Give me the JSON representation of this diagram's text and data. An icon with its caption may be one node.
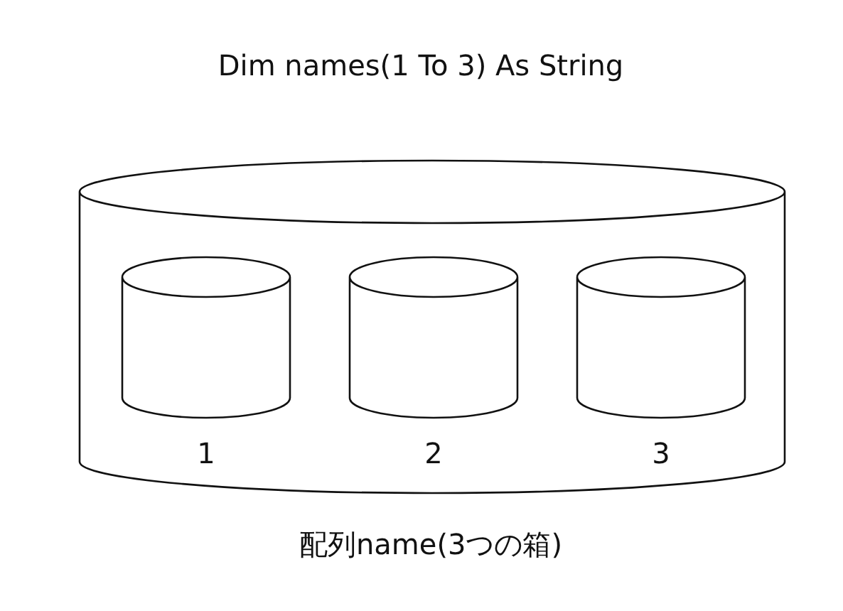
{
  "diagram": {
    "title": "Dim names(1 To 3) As String",
    "caption": "配列name(3つの箱)",
    "nodes": [
      {
        "text": [],
        "shape": "cylinder"
      },
      {
        "text": [],
        "shape": "cylinder",
        "in": 0,
        "beside": [
          "1"
        ]
      },
      {
        "text": [],
        "shape": "cylinder",
        "in": 0,
        "beside": [
          "2"
        ]
      },
      {
        "text": [],
        "shape": "cylinder",
        "in": 0,
        "beside": [
          "3"
        ]
      }
    ]
  }
}
